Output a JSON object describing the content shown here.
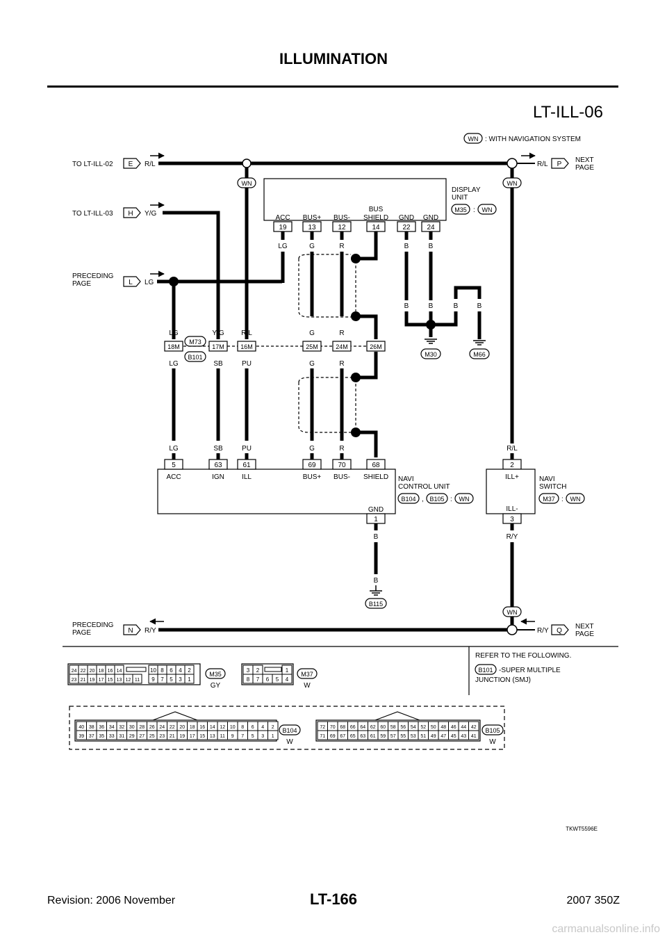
{
  "header": {
    "title": "ILLUMINATION",
    "diagram_id": "LT-ILL-06"
  },
  "footer": {
    "revision": "Revision: 2006 November",
    "page": "LT-166",
    "model": "2007 350Z"
  },
  "watermark": "carmanualsonline.info",
  "ref_code": "TKWT5596E",
  "legend": {
    "badge": "WN",
    "text": ": WITH NAVIGATION SYSTEM"
  },
  "connectors_to": {
    "lt_ill_02": {
      "label": "TO LT-ILL-02",
      "letter": "E",
      "wire": "R/L"
    },
    "lt_ill_03": {
      "label": "TO LT-ILL-03",
      "letter": "H",
      "wire": "Y/G"
    },
    "preceding_l": {
      "label1": "PRECEDING",
      "label2": "PAGE",
      "letter": "L",
      "wire": "LG"
    },
    "next_p": {
      "label1": "NEXT",
      "label2": "PAGE",
      "letter": "P",
      "wire": "R/L"
    },
    "preceding_n": {
      "label1": "PRECEDING",
      "label2": "PAGE",
      "letter": "N",
      "wire": "R/Y"
    },
    "next_q": {
      "label1": "NEXT",
      "label2": "PAGE",
      "letter": "Q",
      "wire": "R/Y"
    }
  },
  "display_unit": {
    "name1": "DISPLAY",
    "name2": "UNIT",
    "connector": "M35",
    "colon": ":",
    "badge": "WN",
    "pins": [
      {
        "name": "ACC",
        "num": "19",
        "wire": "LG"
      },
      {
        "name": "BUS+",
        "num": "13",
        "wire": "G"
      },
      {
        "name": "BUS-",
        "num": "12",
        "wire": "R"
      },
      {
        "name1": "BUS",
        "name2": "SHIELD",
        "num": "14"
      },
      {
        "name": "GND",
        "num": "22",
        "wire": "B"
      },
      {
        "name": "GND",
        "num": "24",
        "wire": "B"
      }
    ]
  },
  "ground_wires": {
    "w1": "B",
    "w2": "B",
    "w3": "B",
    "w4": "B",
    "g1": "M30",
    "g2": "M66",
    "g3": "B115"
  },
  "junction": {
    "c1": "M73",
    "c2": "B101",
    "pins": [
      {
        "num": "18M",
        "top": "LG",
        "bottom": "LG"
      },
      {
        "num": "17M",
        "top": "Y/G",
        "bottom": "SB"
      },
      {
        "num": "16M",
        "top": "R/L",
        "bottom": "PU"
      },
      {
        "num": "25M",
        "top": "G",
        "bottom": "G"
      },
      {
        "num": "24M",
        "top": "R",
        "bottom": "R"
      },
      {
        "num": "26M"
      }
    ]
  },
  "navi_control": {
    "name1": "NAVI",
    "name2": "CONTROL UNIT",
    "c1": "B104",
    "comma": ",",
    "c2": "B105",
    "colon": ":",
    "badge": "WN",
    "pins": [
      {
        "num": "5",
        "name": "ACC",
        "wire": "LG"
      },
      {
        "num": "63",
        "name": "IGN",
        "wire": "SB"
      },
      {
        "num": "61",
        "name": "ILL",
        "wire": "PU"
      },
      {
        "num": "69",
        "name": "BUS+",
        "wire": "G"
      },
      {
        "num": "70",
        "name": "BUS-",
        "wire": "R"
      },
      {
        "num": "68",
        "name": "SHIELD"
      }
    ],
    "gnd": {
      "name": "GND",
      "num": "1",
      "wire": "B",
      "wire2": "B"
    }
  },
  "navi_switch": {
    "name1": "NAVI",
    "name2": "SWITCH",
    "connector": "M37",
    "colon": ":",
    "badge": "WN",
    "pin_top": {
      "num": "2",
      "name": "ILL+",
      "wire": "R/L"
    },
    "pin_bottom": {
      "num": "3",
      "name": "ILL-",
      "wire": "R/Y"
    },
    "badge_top": "WN",
    "badge_bottom": "WN"
  },
  "wn_badges": {
    "left": "WN",
    "right": "WN"
  },
  "connector_views": {
    "m35": {
      "top_left": [
        "24",
        "22",
        "20",
        "18",
        "16",
        "14"
      ],
      "top_right": [
        "10",
        "8",
        "6",
        "4",
        "2"
      ],
      "bot_left": [
        "23",
        "21",
        "19",
        "17",
        "15",
        "13",
        "12",
        "11"
      ],
      "bot_right": [
        "9",
        "7",
        "5",
        "3",
        "1"
      ],
      "id": "M35",
      "color": "GY"
    },
    "m37": {
      "top_left": [
        "3",
        "2"
      ],
      "top_right": [
        "1"
      ],
      "bot": [
        "8",
        "7",
        "6",
        "5",
        "4"
      ],
      "id": "M37",
      "color": "W"
    },
    "b104": {
      "top": [
        "40",
        "38",
        "36",
        "34",
        "32",
        "30",
        "28",
        "26",
        "24",
        "22",
        "20",
        "18",
        "16",
        "14",
        "12",
        "10",
        "8",
        "6",
        "4",
        "2"
      ],
      "bot": [
        "39",
        "37",
        "35",
        "33",
        "31",
        "29",
        "27",
        "25",
        "23",
        "21",
        "19",
        "17",
        "15",
        "13",
        "11",
        "9",
        "7",
        "5",
        "3",
        "1"
      ],
      "id": "B104",
      "color": "W"
    },
    "b105": {
      "top": [
        "72",
        "70",
        "68",
        "66",
        "64",
        "62",
        "60",
        "58",
        "56",
        "54",
        "52",
        "50",
        "48",
        "46",
        "44",
        "42"
      ],
      "bot": [
        "71",
        "69",
        "67",
        "65",
        "63",
        "61",
        "59",
        "57",
        "55",
        "53",
        "51",
        "49",
        "47",
        "45",
        "43",
        "41"
      ],
      "id": "B105",
      "color": "W"
    }
  },
  "reference": {
    "title": "REFER TO THE FOLLOWING.",
    "connector": "B101",
    "line1": "-SUPER MULTIPLE",
    "line2": "JUNCTION (SMJ)"
  }
}
